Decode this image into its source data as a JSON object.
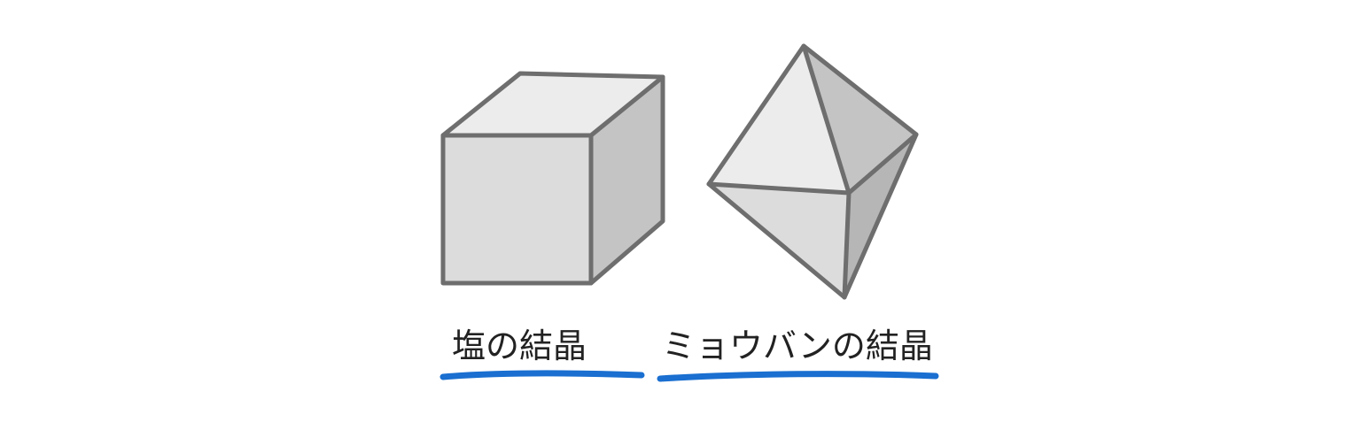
{
  "labels": {
    "salt_crystal": "塩の結晶",
    "alum_crystal": "ミョウバンの結晶"
  },
  "colors": {
    "face_light": "#ececec",
    "face_mid": "#dcdcdc",
    "face_dark": "#c4c4c4",
    "face_darker": "#b6b6b6",
    "edge": "#6e6e6e",
    "label_text": "#222222",
    "underline": "#1a6fd0"
  },
  "shapes": {
    "salt": "cube",
    "alum": "octahedron"
  }
}
